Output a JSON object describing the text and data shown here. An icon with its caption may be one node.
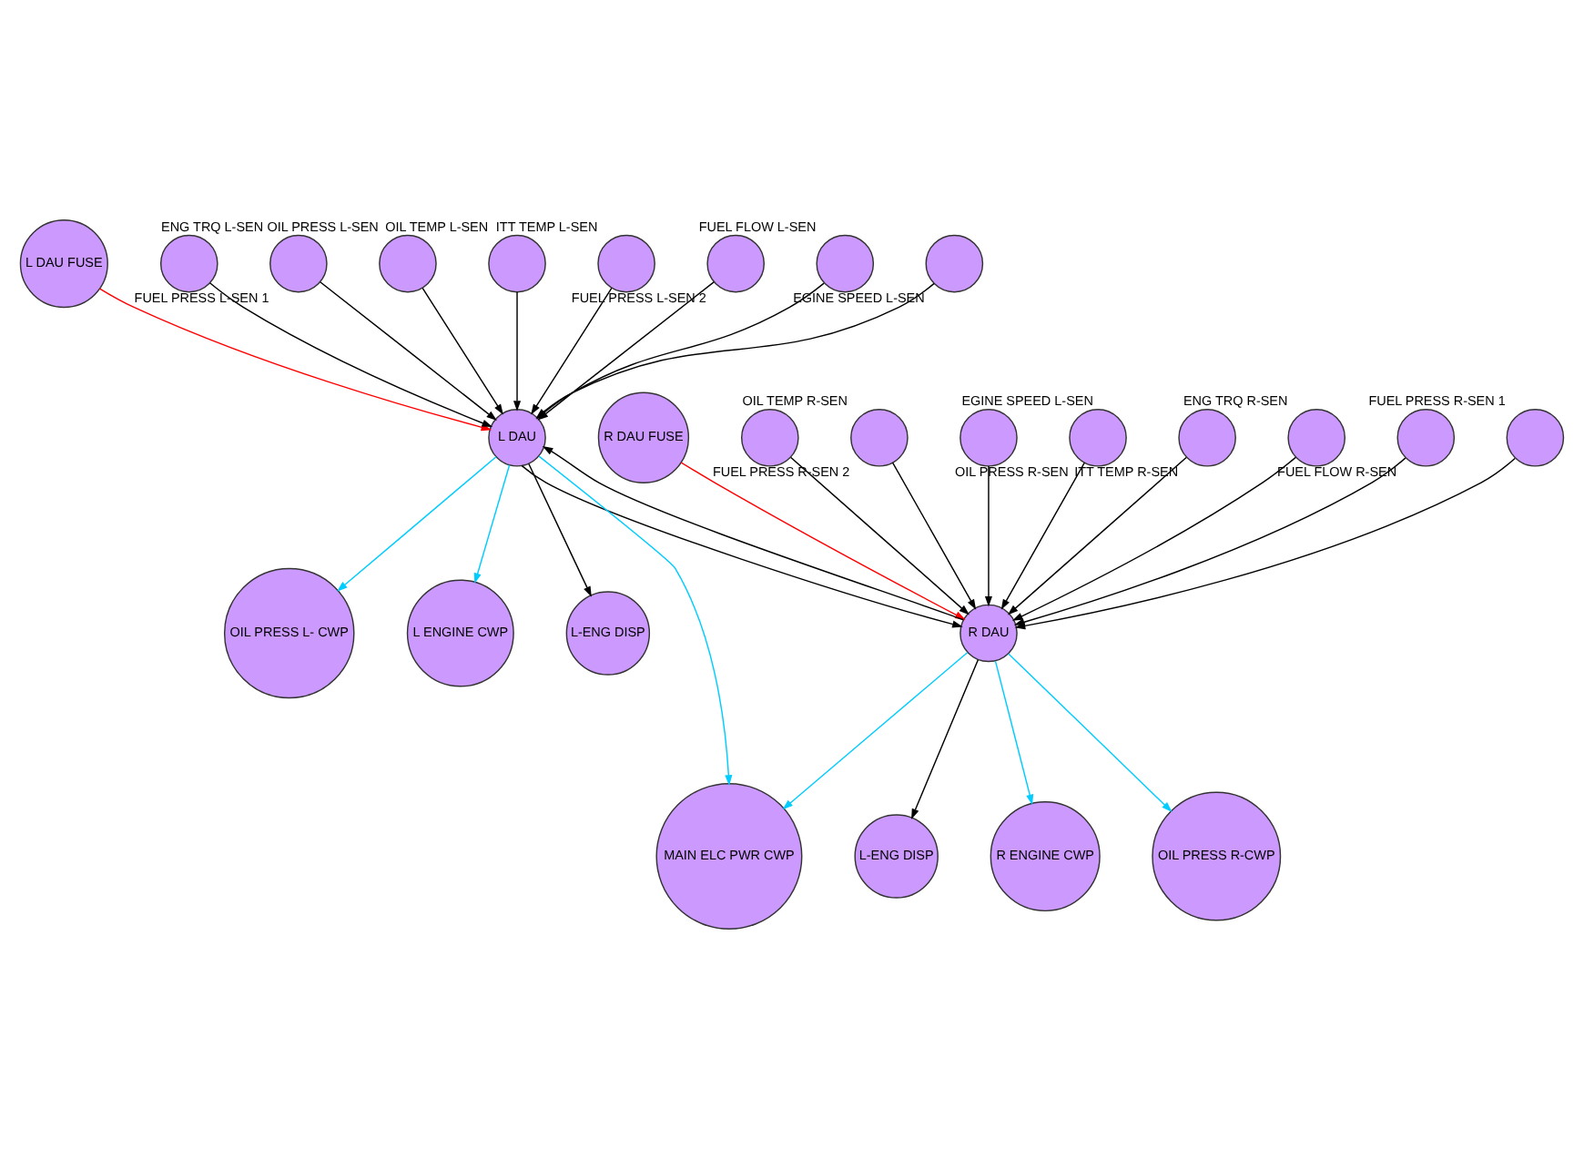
{
  "diagram": {
    "nodes": [
      {
        "text": [
          "L DAU FUSE"
        ]
      },
      {
        "text": [],
        "shape": "circle",
        "beside": [
          "ENG TRQ L-SEN"
        ]
      },
      {
        "text": [],
        "shape": "circle",
        "beside": [
          "FUEL PRESS L-SEN 1"
        ]
      },
      {
        "text": [],
        "shape": "circle",
        "beside": [
          "OIL PRESS L-SEN"
        ]
      },
      {
        "text": [],
        "shape": "circle",
        "beside": [
          "OIL TEMP L-SEN"
        ]
      },
      {
        "text": [],
        "shape": "circle",
        "beside": [
          "ITT TEMP L-SEN"
        ]
      },
      {
        "text": [],
        "shape": "circle",
        "beside": [
          "FUEL PRESS L-SEN 2"
        ]
      },
      {
        "text": [],
        "shape": "circle",
        "beside": [
          "FUEL FLOW L-SEN"
        ]
      },
      {
        "text": [],
        "shape": "circle",
        "beside": [
          "EGINE SPEED L-SEN"
        ]
      },
      {
        "text": [
          "R DAU FUSE"
        ]
      },
      {
        "text": [
          "L DAU"
        ]
      },
      {
        "text": [],
        "shape": "circle",
        "beside": [
          "OIL TEMP R-SEN"
        ]
      },
      {
        "text": [],
        "shape": "circle",
        "beside": [
          "FUEL PRESS R-SEN 2"
        ]
      },
      {
        "text": [],
        "shape": "circle",
        "beside": [
          "EGINE SPEED L-SEN"
        ]
      },
      {
        "text": [],
        "shape": "circle",
        "beside": [
          "OIL PRESS R-SEN"
        ]
      },
      {
        "text": [],
        "shape": "circle",
        "beside": [
          "ITT TEMP R-SEN"
        ]
      },
      {
        "text": [],
        "shape": "circle",
        "beside": [
          "ENG TRQ R-SEN"
        ]
      },
      {
        "text": [],
        "shape": "circle",
        "beside": [
          "FUEL FLOW R-SEN"
        ]
      },
      {
        "text": [],
        "shape": "circle",
        "beside": [
          "FUEL PRESS R-SEN 1"
        ]
      },
      {
        "text": [
          "OIL PRESS L- CWP"
        ]
      },
      {
        "text": [
          "L ENGINE CWP"
        ]
      },
      {
        "text": [
          "L-ENG DISP"
        ]
      },
      {
        "text": [
          "R DAU"
        ]
      },
      {
        "text": [
          "MAIN ELC PWR CWP"
        ]
      },
      {
        "text": [
          "L-ENG DISP"
        ]
      },
      {
        "text": [
          "R ENGINE CWP"
        ]
      },
      {
        "text": [
          "OIL PRESS R-CWP"
        ]
      }
    ],
    "edges": [
      {
        "from": 0,
        "to": 10,
        "arrow": "to",
        "color": "#ff0000"
      },
      {
        "from": 1,
        "to": 10,
        "arrow": "to"
      },
      {
        "from": 2,
        "to": 10,
        "arrow": "to"
      },
      {
        "from": 3,
        "to": 10,
        "arrow": "to"
      },
      {
        "from": 4,
        "to": 10,
        "arrow": "to"
      },
      {
        "from": 5,
        "to": 10,
        "arrow": "to"
      },
      {
        "from": 6,
        "to": 10,
        "arrow": "to"
      },
      {
        "from": 7,
        "to": 10,
        "arrow": "to"
      },
      {
        "from": 8,
        "to": 10,
        "arrow": "to"
      },
      {
        "from": 9,
        "to": 22,
        "arrow": "to",
        "color": "#ff0000"
      },
      {
        "from": 11,
        "to": 22,
        "arrow": "to"
      },
      {
        "from": 12,
        "to": 22,
        "arrow": "to"
      },
      {
        "from": 13,
        "to": 22,
        "arrow": "to"
      },
      {
        "from": 14,
        "to": 22,
        "arrow": "to"
      },
      {
        "from": 15,
        "to": 22,
        "arrow": "to"
      },
      {
        "from": 16,
        "to": 22,
        "arrow": "to"
      },
      {
        "from": 17,
        "to": 22,
        "arrow": "to"
      },
      {
        "from": 18,
        "to": 22,
        "arrow": "to"
      },
      {
        "from": 22,
        "to": 10,
        "arrow": "to"
      },
      {
        "from": 10,
        "to": 22,
        "arrow": "to"
      },
      {
        "from": 10,
        "to": 19,
        "arrow": "to",
        "color": "#00ccff"
      },
      {
        "from": 10,
        "to": 20,
        "arrow": "to",
        "color": "#00ccff"
      },
      {
        "from": 10,
        "to": 21,
        "arrow": "to"
      },
      {
        "from": 10,
        "to": 23,
        "arrow": "to",
        "color": "#00ccff"
      },
      {
        "from": 22,
        "to": 23,
        "arrow": "to",
        "color": "#00ccff"
      },
      {
        "from": 22,
        "to": 24,
        "arrow": "to"
      },
      {
        "from": 22,
        "to": 25,
        "arrow": "to",
        "color": "#00ccff"
      },
      {
        "from": 22,
        "to": 26,
        "arrow": "to",
        "color": "#00ccff"
      }
    ]
  }
}
